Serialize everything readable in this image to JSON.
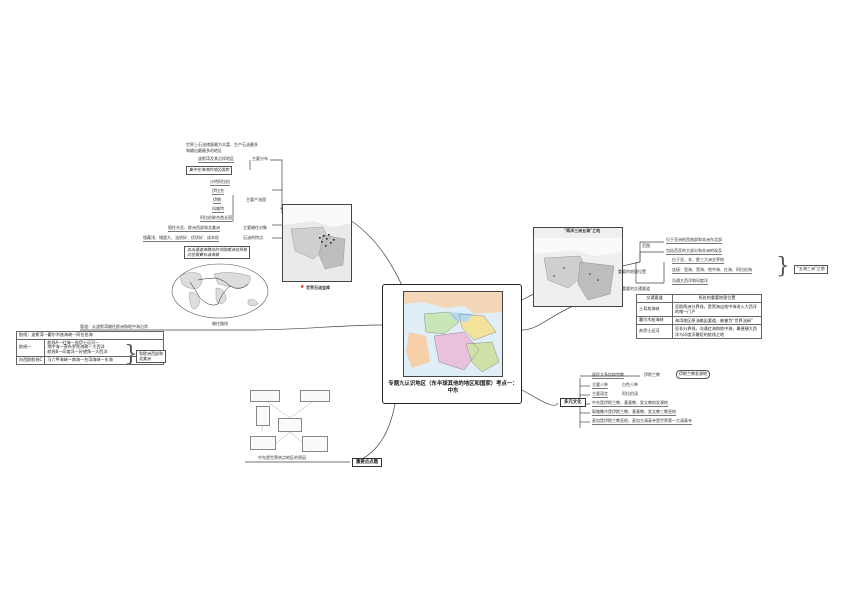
{
  "center": {
    "title": "专题九认识地区（东半球其他的地区和国家）考点一：中东"
  },
  "branches": {
    "world_oil": "世界石油宝库",
    "multi_culture": "多元文化",
    "hotspot": "重要点点题"
  },
  "oil": {
    "desc_line1": "世界上石油储量最为丰富、生产石油最多",
    "desc_line2": "和输出最最多的地区",
    "economy_node": "波斯湾及其沿岸地区",
    "economy_label": "主要分布",
    "economy_sub": "集中在海湾的地区国家",
    "countries": [
      "沙特阿拉伯",
      "伊拉克",
      "伊朗",
      "科威特",
      "阿拉伯联合酋长国"
    ],
    "countries_label": "主要产油国",
    "export_node": "相往东亚、欧洲西部和北美洲",
    "export_label": "主要输往对象",
    "features": "埋藏浅、储量大、油质好、优质好、成本低",
    "features_label": "石油的特点",
    "route_note_line1": "五出通道海路向的邻国或流动贸易",
    "route_note_line2": "过往需要石油海输",
    "route_caption": "输往路线",
    "route_header": "管道：从波斯湾输往欧洲和地中海沿岸",
    "routes": [
      {
        "name": "航线",
        "value": "波斯湾—霍尔木兹海峡—阿拉伯海"
      },
      {
        "name": "航线一",
        "lines": [
          "航线A—红海—苏伊士运河—",
          "地中海—直布罗陀海峡—大西洋",
          "航线B—印度洋—好望角—大西洋"
        ]
      },
      {
        "name": "向西欧航线C",
        "value": "马六甲海峡—南海—台湾海峡—东海"
      }
    ],
    "routes_brace_note": "到欧洲西部和北美洲"
  },
  "two_seas": {
    "map_title": "\"两洋三洲五海\"之地",
    "scope_label": "范围",
    "scope_items": [
      "位于亚洲的西南部和非洲东北部",
      "包括西亚的大部分和非洲的埃及"
    ],
    "location_label": "重要的地理位置",
    "location_items": [
      "位于亚、非、欧三大洲交界地",
      "连接：里海、黑海、地中海、红海、阿拉伯海",
      "沟通大西洋和印度洋"
    ],
    "brace_note": "\"五海三洲\"之地",
    "table_title": "重要的交通要道",
    "table_header": [
      "交通要道",
      "所处的重要地理位置"
    ],
    "table_rows": [
      [
        "土耳其海峡",
        "亚欧两洲分界线，是黑海出地中海进入大西洋的唯一门户"
      ],
      [
        "霍尔木兹海峡",
        "海湾地区原油输出要道，被誉为“世界油阀”"
      ],
      [
        "苏伊士运河",
        "亚非分界线，沟通红海和地中海，最便捷大西洋与印度洋最短的航线之地"
      ]
    ]
  },
  "culture": {
    "items": [
      {
        "label": "居民大多信仰宗教",
        "value": "伊斯兰教"
      },
      {
        "label": "主要人种",
        "value": "白色人种"
      },
      {
        "label": "主要语言",
        "value": "阿拉伯语"
      }
    ],
    "religion_note": "伊斯兰教发源地",
    "extra": [
      "中东是伊斯兰教、基督教、犹太教的发源地",
      "耶路撒冷是伊斯兰教、基督教、犹太教三教圣地",
      "麦加是伊斯兰教圣地，麦加大清真寺是世界第一大清真寺"
    ]
  },
  "hotspot": {
    "caption": "中东是世界热点地区的原因"
  }
}
